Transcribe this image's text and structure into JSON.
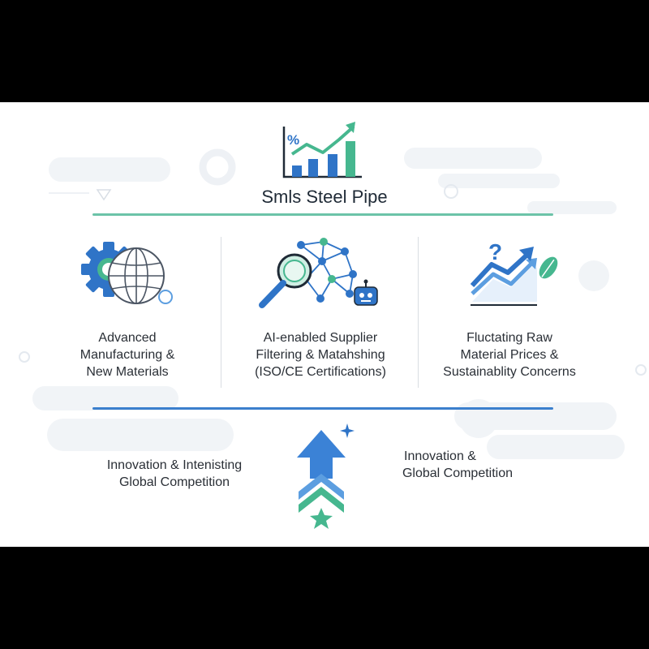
{
  "title": "Smls Steel Pipe",
  "colors": {
    "green": "#46b78f",
    "teal": "#6cc3a8",
    "blue": "#2f74c7",
    "light_blue": "#5c9ee0",
    "dark": "#1f2a36",
    "background": "#ffffff",
    "frame": "#000000"
  },
  "icons": {
    "header": "growth-bar-chart-icon",
    "feature_1": "gear-globe-icon",
    "feature_2": "magnifier-network-robot-icon",
    "feature_3": "question-trend-leaf-icon",
    "bottom": "upward-arrow-star-icon",
    "chart_percent_symbol": "%"
  },
  "features": [
    {
      "line1": "Advanced",
      "line2": "Manufacturing &",
      "line3": "New Materials"
    },
    {
      "line1": "AI-enabled Supplier",
      "line2": "Filtering & Matahshing",
      "line3": "(ISO/CE Certifications)"
    },
    {
      "line1": "Fluctating Raw",
      "line2": "Material Prices &",
      "line3": "Sustainablity Concerns"
    }
  ],
  "bottom": {
    "left": {
      "line1": "Innovation & Intenisting",
      "line2": "Global Competition"
    },
    "right": {
      "line1": "Innovation &",
      "line2": "Global Competition"
    }
  }
}
